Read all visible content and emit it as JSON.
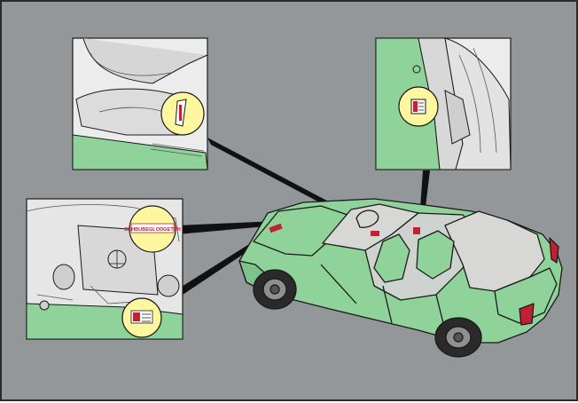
{
  "diagram": {
    "callouts": [
      {
        "id": "engine-bay-label",
        "text": "CEHBUBEGLODGETCH"
      },
      {
        "id": "engine-bay-plate",
        "text": ""
      },
      {
        "id": "seat-frame-plate",
        "text": ""
      },
      {
        "id": "door-pillar-plate",
        "text": ""
      }
    ],
    "colors": {
      "background": "#93979a",
      "car_body": "#8fd39b",
      "car_outline": "#1a1a1a",
      "glass": "#d7d8d6",
      "highlight_circle": "#fff7a0",
      "label_red": "#c22033",
      "panel_bg": "#ececec",
      "panel_green": "#8fd39b"
    }
  }
}
